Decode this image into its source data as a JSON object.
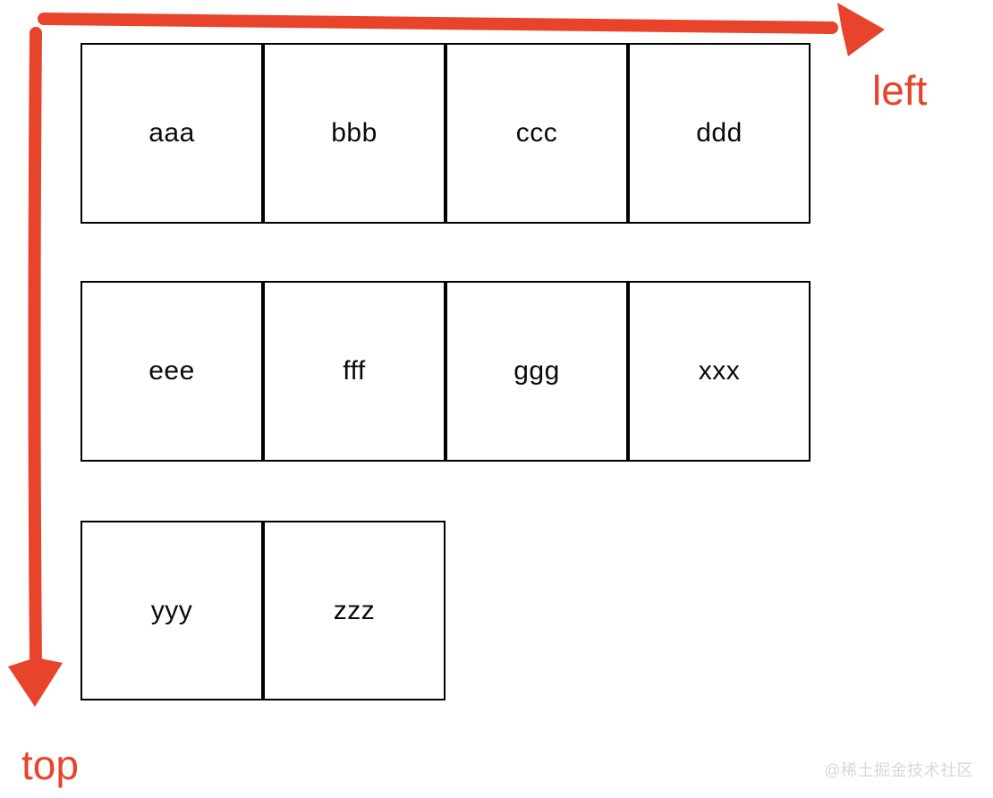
{
  "colors": {
    "accent": "#e8432b",
    "box_border": "#000000",
    "box_text": "#0a0a0a",
    "watermark": "#d8d8d8",
    "background": "#ffffff"
  },
  "arrows": {
    "horizontal_label": "left",
    "vertical_label": "top"
  },
  "grid": {
    "rows": [
      {
        "cells": [
          "aaa",
          "bbb",
          "ccc",
          "ddd"
        ]
      },
      {
        "cells": [
          "eee",
          "fff",
          "ggg",
          "xxx"
        ]
      },
      {
        "cells": [
          "yyy",
          "zzz"
        ]
      }
    ]
  },
  "watermark": {
    "text": "@稀土掘金技术社区"
  }
}
